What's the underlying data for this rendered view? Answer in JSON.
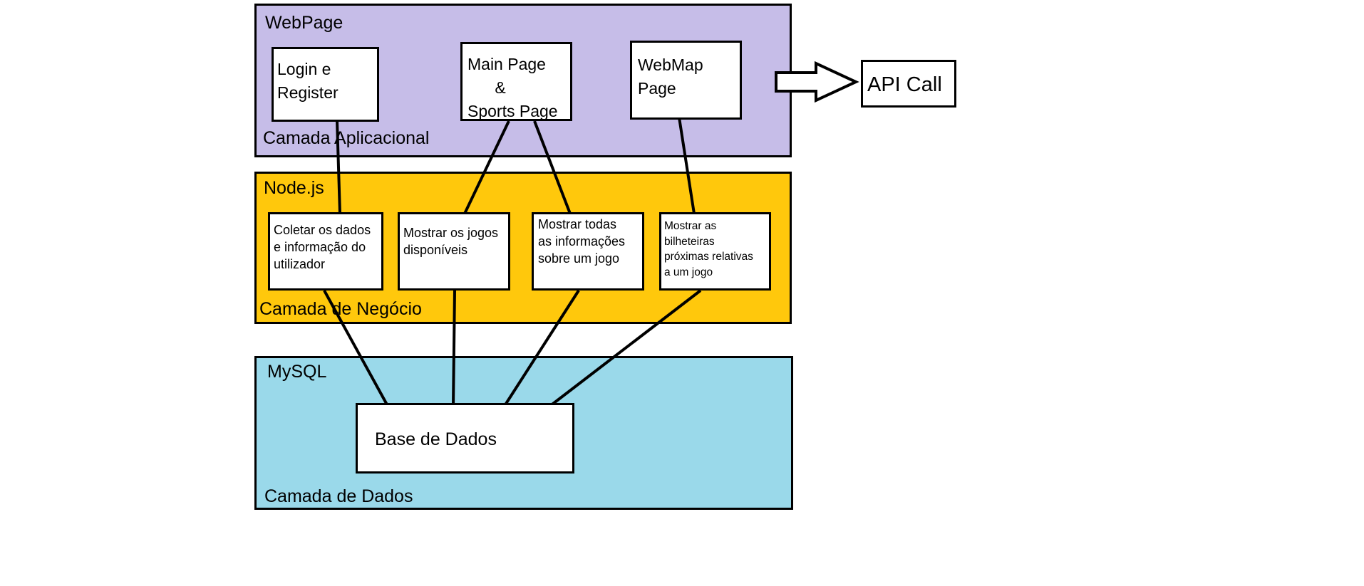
{
  "colors": {
    "application_layer": "#c6bde8",
    "business_layer": "#ffc80c",
    "data_layer": "#9ad9ea",
    "box_fill": "#ffffff",
    "stroke": "#000000"
  },
  "application_layer": {
    "title": "WebPage",
    "caption": "Camada Aplicacional",
    "boxes": {
      "login": "Login e\nRegister",
      "main": "Main Page\n      &\nSports Page",
      "webmap": "WebMap\nPage"
    }
  },
  "api_call": {
    "label": "API Call",
    "arrow_icon": "right-arrow-icon"
  },
  "business_layer": {
    "title": "Node.js",
    "caption": "Camada de Negócio",
    "boxes": {
      "collect_user_data": "Coletar os dados\ne informação do\nutilizador",
      "show_games": "Mostrar os jogos\ndisponíveis",
      "show_game_info": "Mostrar todas\nas informações\nsobre um jogo",
      "show_ticket_offices": "Mostrar as\nbilheteiras\npróximas relativas\na um jogo"
    }
  },
  "data_layer": {
    "title": "MySQL",
    "caption": "Camada de Dados",
    "database": "Base de Dados"
  }
}
